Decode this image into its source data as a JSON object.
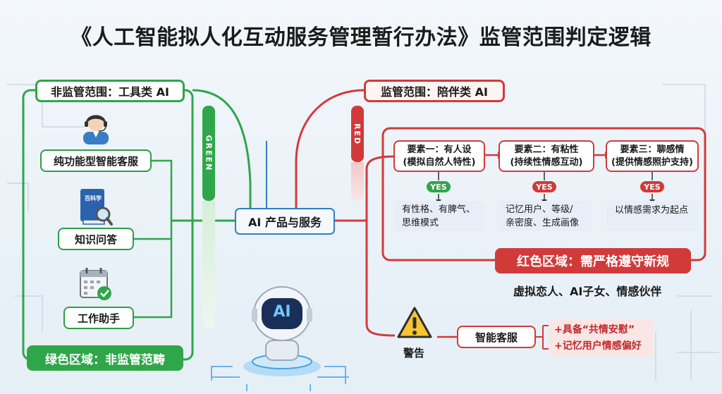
{
  "title": "《人工智能拟人化互动服务管理暂行办法》监管范围判定逻辑",
  "left": {
    "header": "非监管范围：工具类 AI",
    "tab": "GREEN",
    "items": [
      "纯功能型智能客服",
      "知识问答",
      "工作助手"
    ],
    "book_label": "百科学",
    "footer": "绿色区域：非监管范畴"
  },
  "center": {
    "label": "AI 产品与服务",
    "robot_text": "AI"
  },
  "right": {
    "header": "监管范围：陪伴类 AI",
    "tab": "RED",
    "factors": [
      {
        "title": "要素一：有人设",
        "sub": "(模拟自然人特性)",
        "yes": "YES",
        "detail": [
          "有性格、有脾气、",
          "思维模式"
        ]
      },
      {
        "title": "要素二：有粘性",
        "sub": "(持续性情感互动)",
        "yes": "YES",
        "detail": [
          "记忆用户、等级/",
          "亲密度、生成画像"
        ]
      },
      {
        "title": "要素三：聊感情",
        "sub": "(提供情感照护支持)",
        "yes": "YES",
        "detail": [
          "以情感需求为起点"
        ]
      }
    ],
    "red_zone": "红色区域：需严格遵守新规",
    "examples": "虚拟恋人、AI子女、情感伙伴",
    "warning": {
      "label": "警告",
      "target": "智能客服",
      "conditions": [
        "+具备“共情安慰”",
        "+记忆用户情感偏好"
      ]
    }
  },
  "colors": {
    "green": "#2fa64a",
    "red": "#d23a3a",
    "blue": "#2f7fc4"
  }
}
